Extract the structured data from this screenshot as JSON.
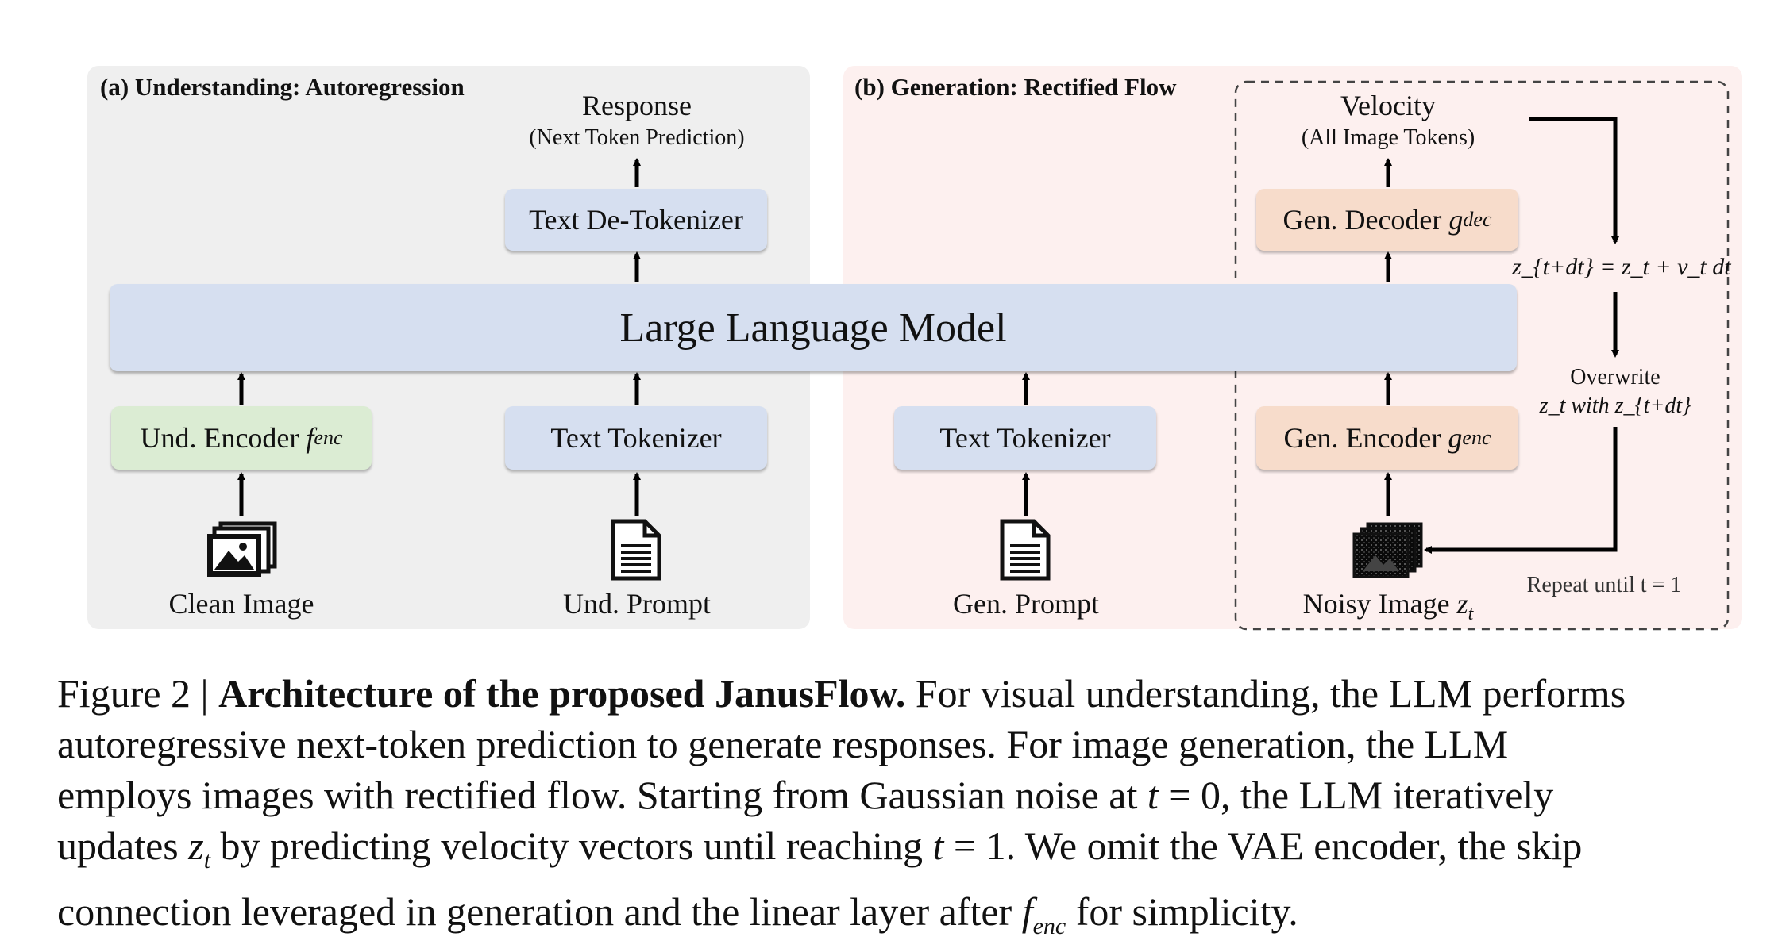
{
  "panels": {
    "understanding": {
      "title": "(a) Understanding: Autoregression"
    },
    "generation": {
      "title": "(b) Generation: Rectified Flow"
    }
  },
  "boxes": {
    "llm": "Large Language Model",
    "text_detokenizer": "Text De-Tokenizer",
    "und_encoder": "Und. Encoder",
    "und_encoder_sym": "f",
    "und_encoder_sub": "enc",
    "text_tokenizer_und": "Text Tokenizer",
    "text_tokenizer_gen": "Text Tokenizer",
    "gen_decoder": "Gen. Decoder",
    "gen_decoder_sym": "g",
    "gen_decoder_sub": "dec",
    "gen_encoder": "Gen. Encoder",
    "gen_encoder_sym": "g",
    "gen_encoder_sub": "enc"
  },
  "labels": {
    "response": "Response",
    "response_sub": "(Next Token Prediction)",
    "velocity": "Velocity",
    "velocity_sub": "(All Image Tokens)",
    "clean_image": "Clean Image",
    "und_prompt": "Und. Prompt",
    "gen_prompt": "Gen. Prompt",
    "noisy_image": "Noisy Image",
    "noisy_sym": "z",
    "noisy_sub": "t",
    "update_eq": "z_{t+dt} = z_t + v_t dt",
    "overwrite_line1": "Overwrite",
    "overwrite_line2": "z_t with z_{t+dt}",
    "repeat": "Repeat until t = 1"
  },
  "icons": [
    "image-stack-icon",
    "document-icon",
    "noisy-image-stack-icon"
  ],
  "colors": {
    "understanding_bg": "#efefef",
    "generation_bg": "#fdf0ef",
    "llm": "#d6dff0",
    "und_encoder": "#dbecd3",
    "gen_boxes": "#f7dccb"
  },
  "caption": {
    "figure_label": "Figure 2 | ",
    "bold_title": "Architecture of the proposed JanusFlow.",
    "line1_rest": " For visual understanding, the LLM performs",
    "line2": "autoregressive next-token prediction to generate responses.  For image generation, the LLM",
    "line3_a": "employs images with rectified flow. Starting from Gaussian noise at ",
    "line3_t": "t",
    "line3_b": " = 0, the LLM iteratively",
    "line4_a": "updates ",
    "line4_z": "z",
    "line4_zsub": "t",
    "line4_b": " by predicting velocity vectors until reaching ",
    "line4_t": "t",
    "line4_c": " = 1. We omit the VAE encoder, the skip",
    "line5_a": "connection leveraged in generation and the linear layer after ",
    "line5_f": "f",
    "line5_fsub": "enc",
    "line5_b": " for simplicity."
  }
}
